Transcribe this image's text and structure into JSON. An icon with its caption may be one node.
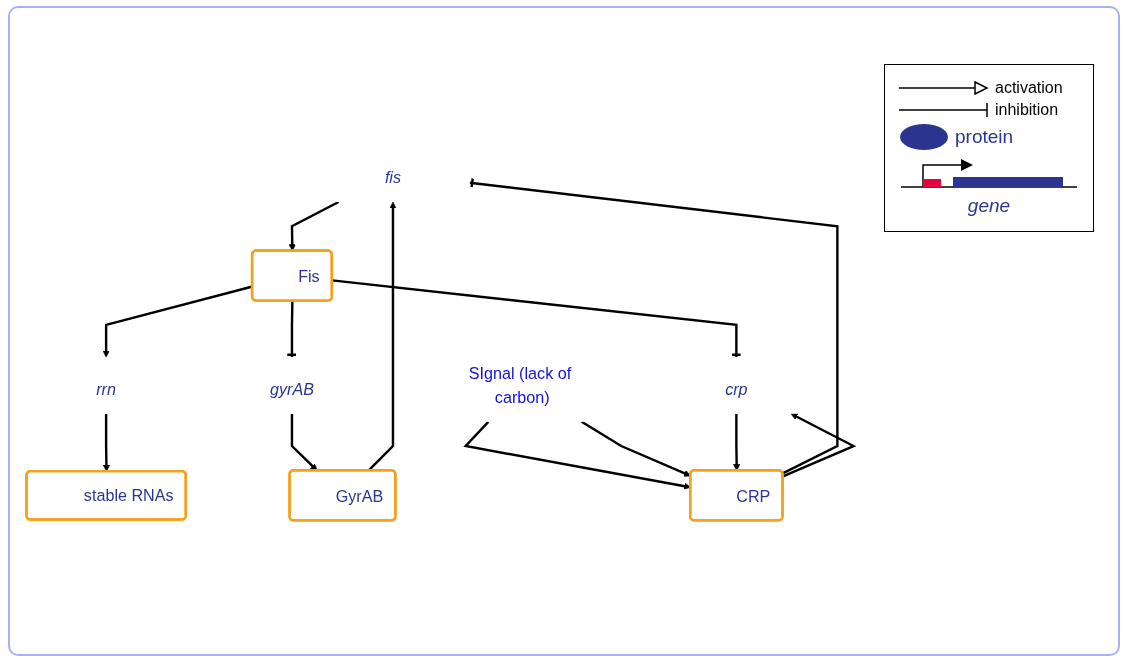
{
  "diagram": {
    "nodes": [
      {
        "text": [
          "fis"
        ]
      },
      {
        "text": [
          "SIgnal (lack of carbon)"
        ]
      },
      {
        "text": [
          "GyrAB"
        ]
      },
      {
        "text": [
          "Fis"
        ]
      },
      {
        "text": [
          "CRP"
        ]
      },
      {
        "text": [
          "gyrAB"
        ]
      },
      {
        "text": [
          "stable RNAs"
        ]
      },
      {
        "text": [
          "crp"
        ]
      },
      {
        "text": [
          "rrn"
        ]
      }
    ],
    "edges": [
      {
        "from": 2,
        "to": 0,
        "arrow": "to"
      },
      {
        "from": 4,
        "to": 0,
        "arrow": "other"
      },
      {
        "from": 1,
        "to": 4,
        "arrow": "to"
      },
      {
        "from": 0,
        "to": 3,
        "arrow": "to"
      },
      {
        "from": 3,
        "to": 8,
        "arrow": "to"
      },
      {
        "from": 3,
        "to": 5,
        "arrow": "other"
      },
      {
        "from": 3,
        "to": 7,
        "arrow": "other"
      },
      {
        "from": 1,
        "to": 4,
        "arrow": "to"
      },
      {
        "from": 4,
        "to": 7,
        "arrow": "to"
      },
      {
        "from": 5,
        "to": 2,
        "arrow": "to"
      },
      {
        "from": 7,
        "to": 4,
        "arrow": "to"
      },
      {
        "from": 8,
        "to": 6,
        "arrow": "to"
      }
    ],
    "legend": [
      {
        "text": "activation"
      },
      {
        "text": "inhibition"
      },
      {
        "text": "protein"
      },
      {
        "text": "gene"
      }
    ]
  }
}
